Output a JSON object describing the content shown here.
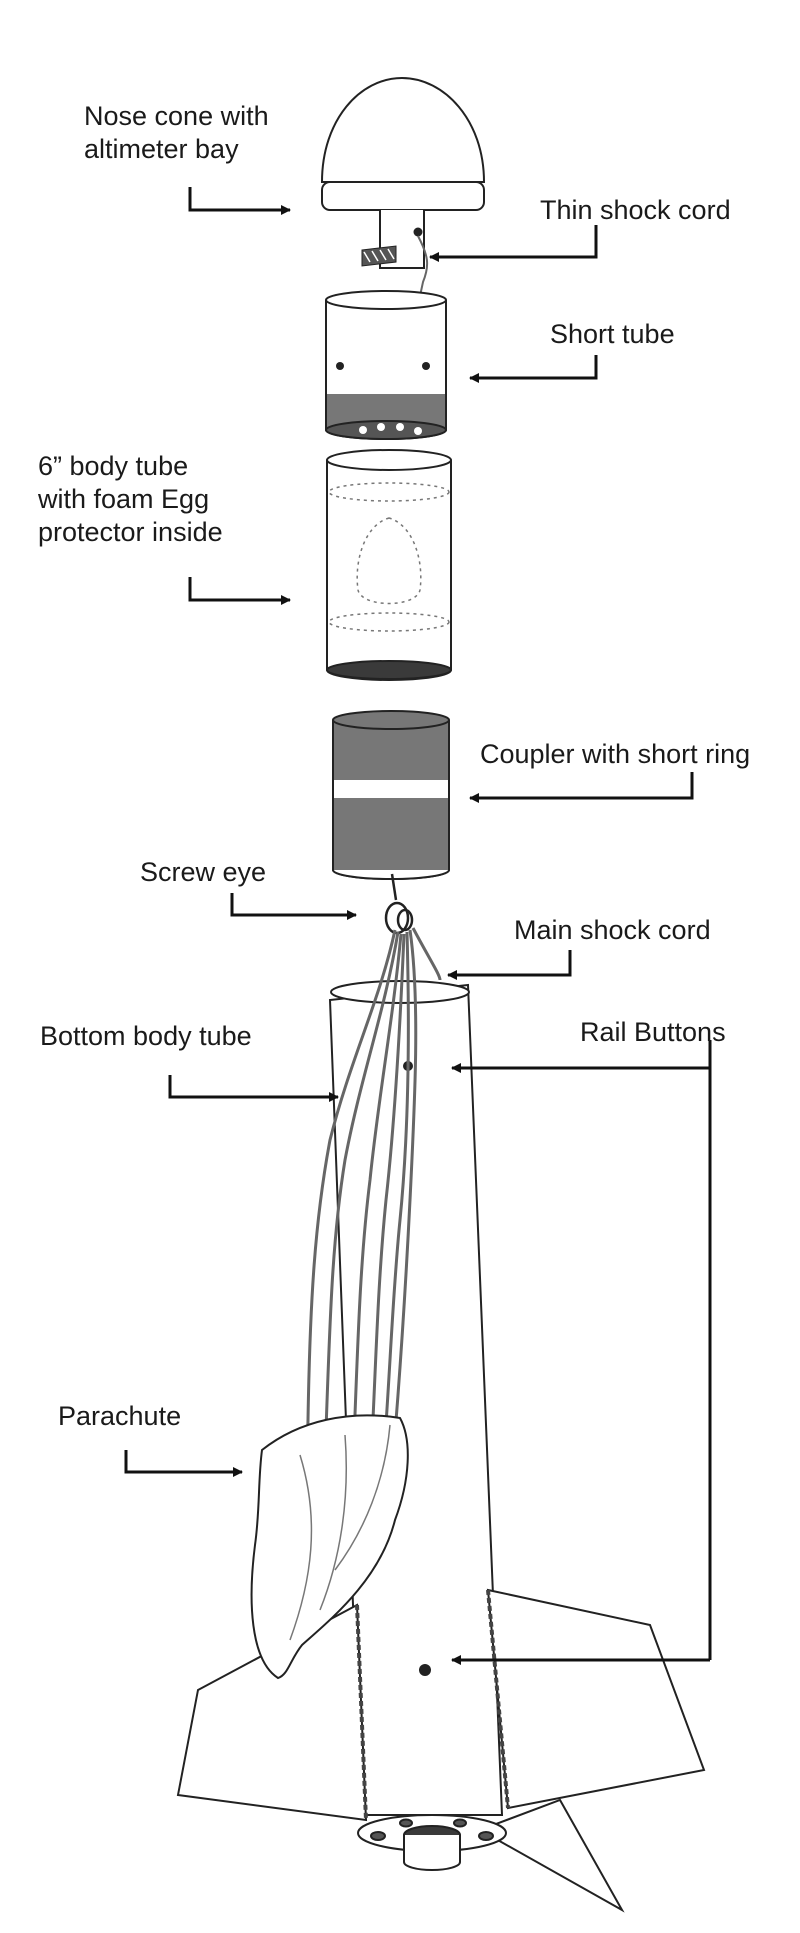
{
  "labels": {
    "nose_cone": "Nose cone with\naltimeter bay",
    "thin_shock_cord": "Thin shock cord",
    "short_tube": "Short tube",
    "body_tube": "6” body tube\nwith foam Egg\nprotector inside",
    "coupler": "Coupler with short ring",
    "screw_eye": "Screw eye",
    "main_shock_cord": "Main shock cord",
    "bottom_body_tube": "Bottom body tube",
    "rail_buttons": "Rail Buttons",
    "parachute": "Parachute"
  },
  "colors": {
    "stroke": "#222222",
    "band": "#777777",
    "dark": "#3a3a3a",
    "cord": "#666666",
    "fill": "#ffffff"
  }
}
